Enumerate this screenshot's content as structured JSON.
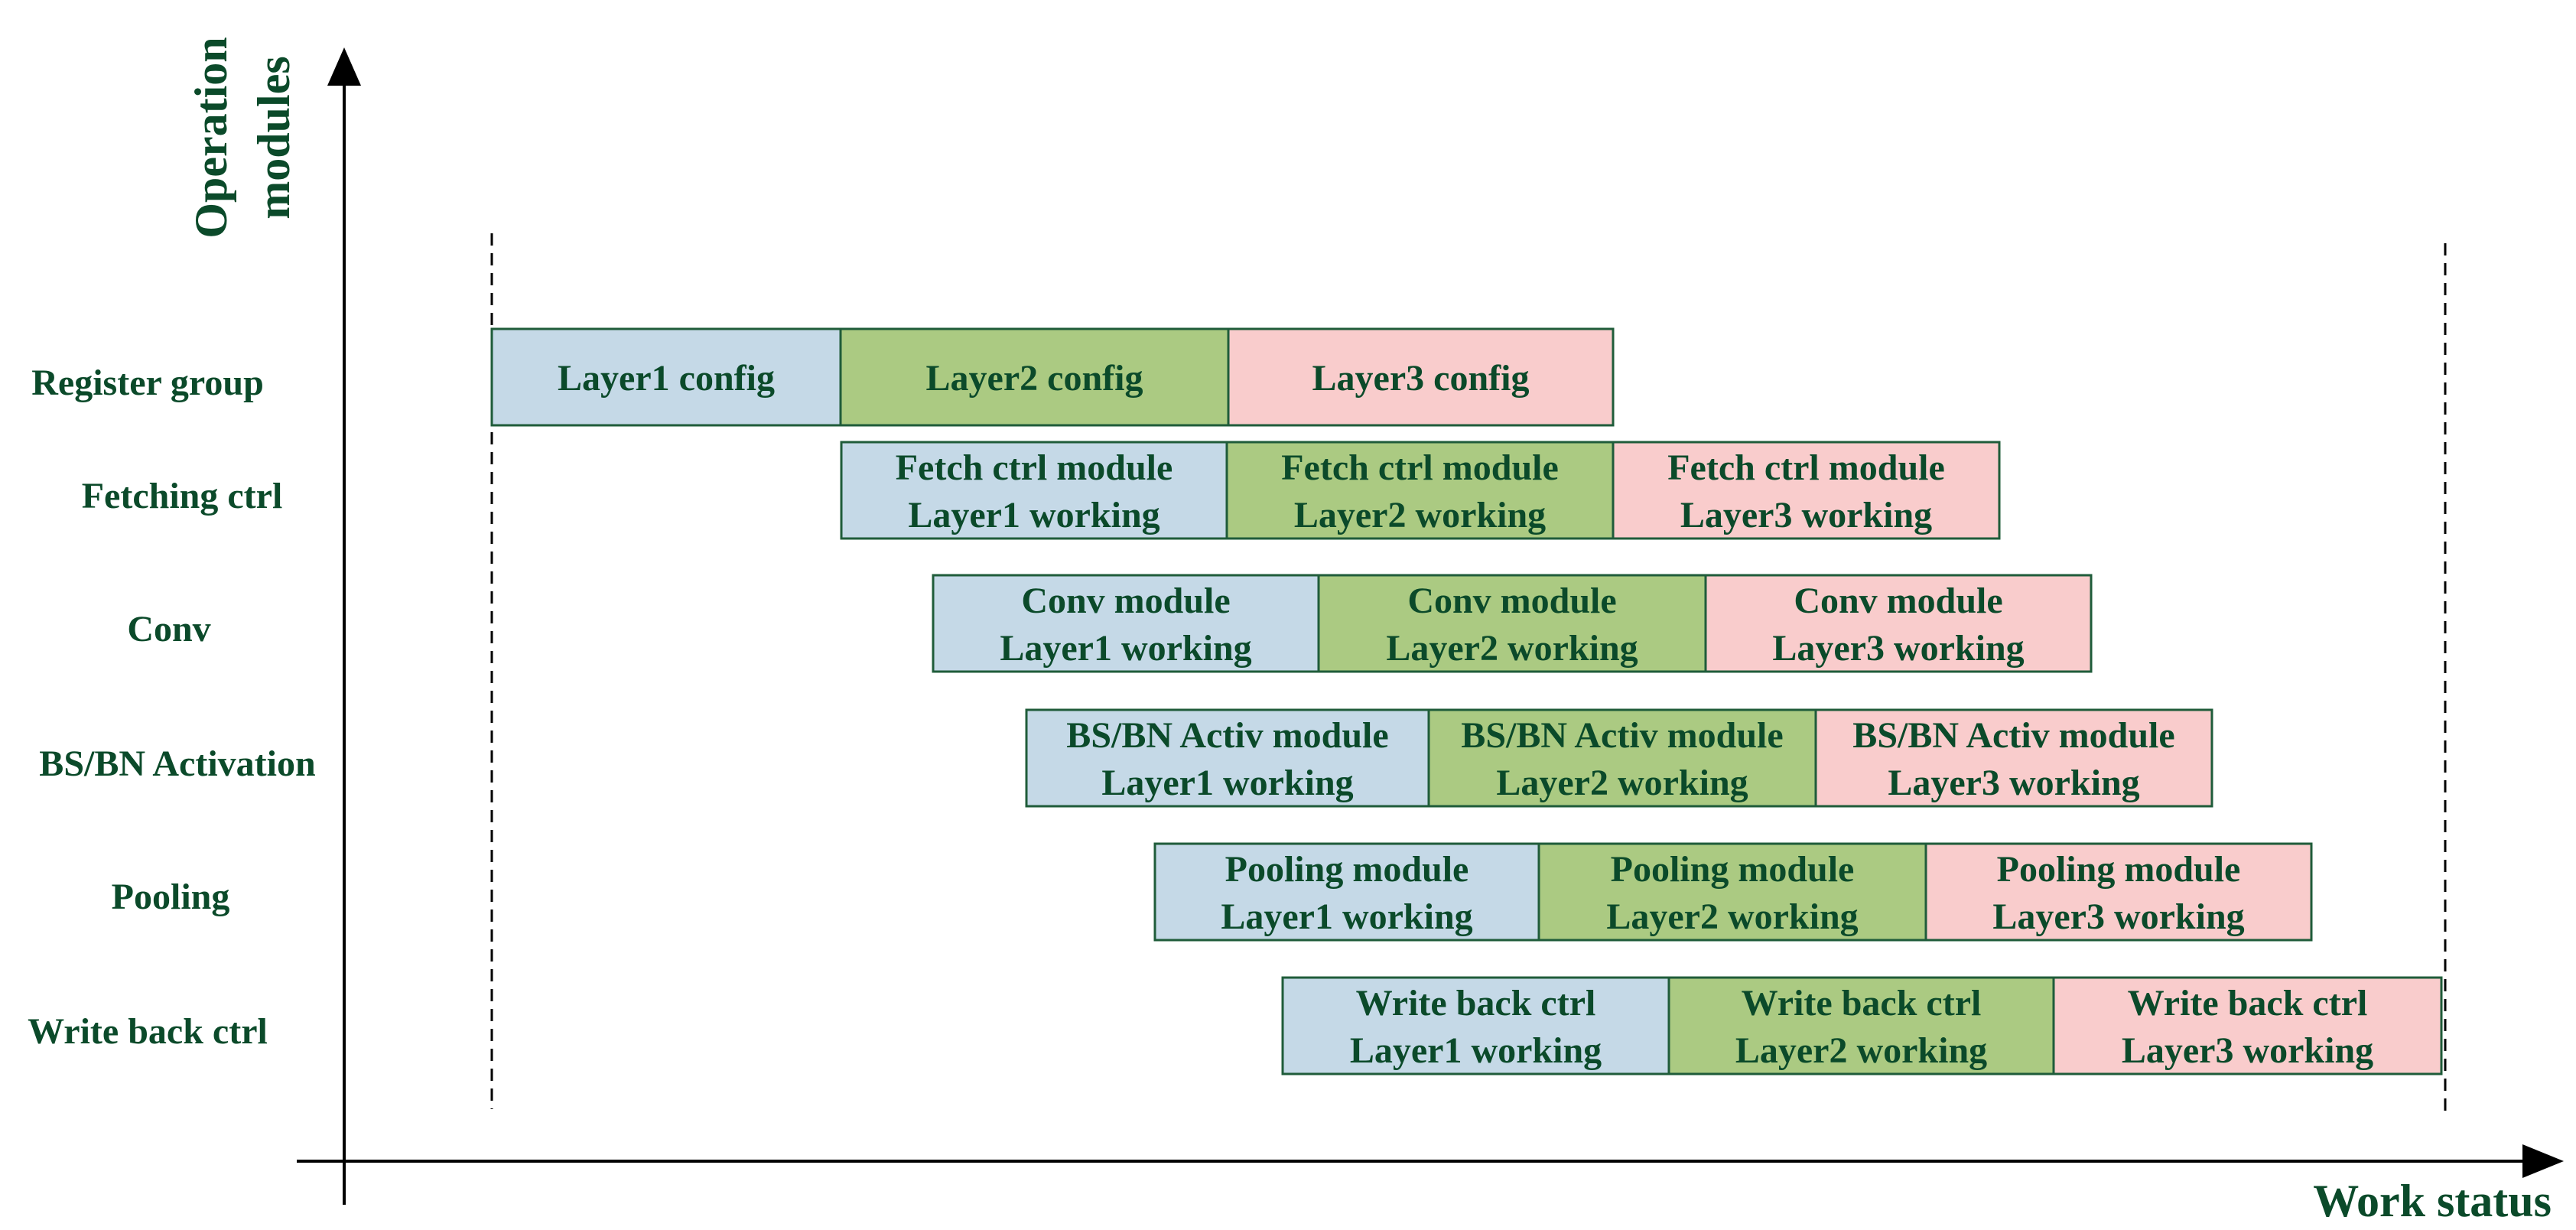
{
  "axes": {
    "y_label_line1": "Operation",
    "y_label_line2": "modules",
    "x_label": "Work status"
  },
  "colors": {
    "text": "#0b4a2a",
    "layer1_fill": "#c5d9e7",
    "layer2_fill": "#abca82",
    "layer3_fill": "#f9cccc",
    "box_stroke": "#1f5c3a",
    "axis": "#000000"
  },
  "rows": [
    {
      "label": "Register group",
      "blocks": [
        {
          "layer": 1,
          "lines": [
            "Layer1 config"
          ]
        },
        {
          "layer": 2,
          "lines": [
            "Layer2 config"
          ]
        },
        {
          "layer": 3,
          "lines": [
            "Layer3 config"
          ]
        }
      ]
    },
    {
      "label": "Fetching ctrl",
      "blocks": [
        {
          "layer": 1,
          "lines": [
            "Fetch ctrl module",
            "Layer1 working"
          ]
        },
        {
          "layer": 2,
          "lines": [
            "Fetch ctrl module",
            "Layer2 working"
          ]
        },
        {
          "layer": 3,
          "lines": [
            "Fetch ctrl module",
            "Layer3 working"
          ]
        }
      ]
    },
    {
      "label": "Conv",
      "blocks": [
        {
          "layer": 1,
          "lines": [
            "Conv module",
            "Layer1 working"
          ]
        },
        {
          "layer": 2,
          "lines": [
            "Conv module",
            "Layer2 working"
          ]
        },
        {
          "layer": 3,
          "lines": [
            "Conv module",
            "Layer3 working"
          ]
        }
      ]
    },
    {
      "label": "BS/BN Activation",
      "blocks": [
        {
          "layer": 1,
          "lines": [
            "BS/BN Activ module",
            "Layer1 working"
          ]
        },
        {
          "layer": 2,
          "lines": [
            "BS/BN Activ module",
            "Layer2 working"
          ]
        },
        {
          "layer": 3,
          "lines": [
            "BS/BN Activ module",
            "Layer3 working"
          ]
        }
      ]
    },
    {
      "label": "Pooling",
      "blocks": [
        {
          "layer": 1,
          "lines": [
            "Pooling module",
            "Layer1 working"
          ]
        },
        {
          "layer": 2,
          "lines": [
            "Pooling module",
            "Layer2 working"
          ]
        },
        {
          "layer": 3,
          "lines": [
            "Pooling module",
            "Layer3 working"
          ]
        }
      ]
    },
    {
      "label": "Write back ctrl",
      "blocks": [
        {
          "layer": 1,
          "lines": [
            "Write back ctrl",
            "Layer1 working"
          ]
        },
        {
          "layer": 2,
          "lines": [
            "Write back ctrl",
            "Layer2 working"
          ]
        },
        {
          "layer": 3,
          "lines": [
            "Write back ctrl",
            "Layer3 working"
          ]
        }
      ]
    }
  ]
}
